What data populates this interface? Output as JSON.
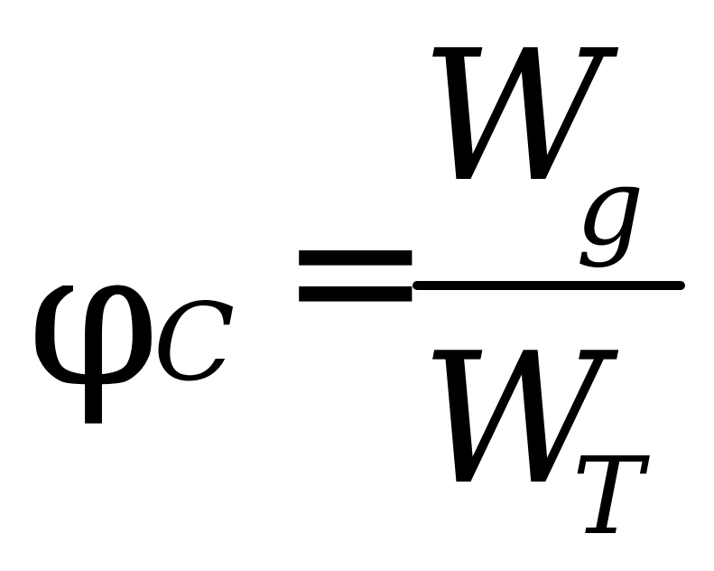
{
  "formula": {
    "lhs": {
      "symbol": "φ",
      "subscript": "C"
    },
    "relation": "=",
    "numerator": {
      "symbol": "W",
      "subscript": "g"
    },
    "denominator": {
      "symbol": "W",
      "subscript": "T"
    }
  }
}
